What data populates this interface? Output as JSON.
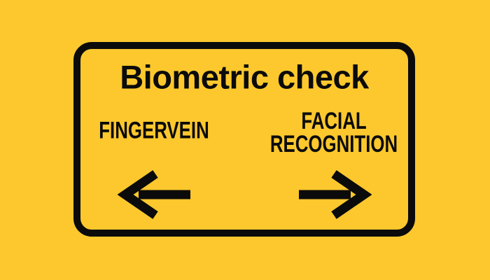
{
  "theme": {
    "background": "#FCC82D",
    "foreground": "#0B0B0B"
  },
  "sign": {
    "title": "Biometric check",
    "options": [
      {
        "label": "FINGERVEIN",
        "direction": "left",
        "icon": "left-arrow-icon"
      },
      {
        "label": "FACIAL\nRECOGNITION",
        "direction": "right",
        "icon": "right-arrow-icon"
      }
    ]
  }
}
